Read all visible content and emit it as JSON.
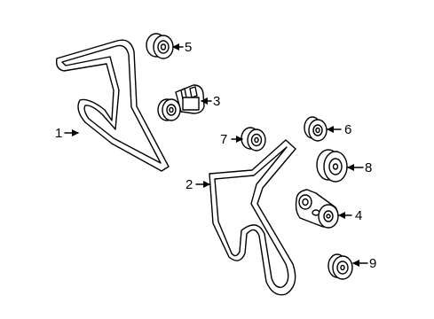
{
  "colors": {
    "line": "#000000",
    "fill": "#ffffff"
  },
  "callouts": {
    "c1": "1",
    "c2": "2",
    "c3": "3",
    "c4": "4",
    "c5": "5",
    "c6": "6",
    "c7": "7",
    "c8": "8",
    "c9": "9"
  }
}
